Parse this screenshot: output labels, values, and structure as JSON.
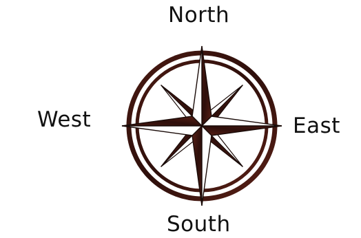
{
  "labels": {
    "north": "North",
    "south": "South",
    "west": "West",
    "east": "East"
  },
  "colors": {
    "wood_dark": "#3a140f",
    "wood_mid": "#5b2118",
    "outline": "#1a0b08",
    "background": "#ffffff"
  },
  "icon": "compass-rose-icon"
}
